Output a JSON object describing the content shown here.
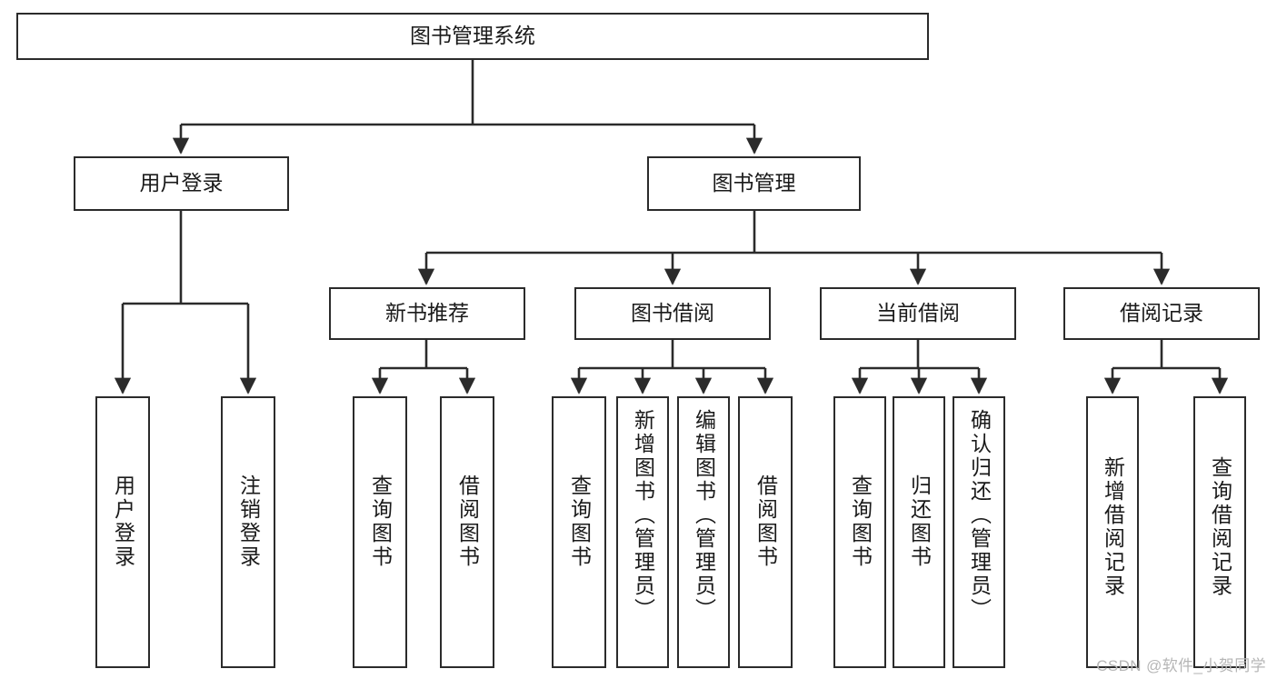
{
  "diagram": {
    "title": "图书管理系统",
    "type": "tree",
    "watermark": "CSDN @软件_小贺同学",
    "colors": {
      "box_border": "#2b2b2b",
      "box_fill": "#ffffff",
      "connector": "#2b2b2b",
      "text": "#1a1a1a",
      "watermark": "#b6b6b6"
    },
    "root": {
      "label": "图书管理系统"
    },
    "level2": [
      {
        "label": "用户登录"
      },
      {
        "label": "图书管理"
      }
    ],
    "level3": [
      {
        "label": "新书推荐"
      },
      {
        "label": "图书借阅"
      },
      {
        "label": "当前借阅"
      },
      {
        "label": "借阅记录"
      }
    ],
    "leaves": {
      "user_login": [
        {
          "label": "用户登录"
        },
        {
          "label": "注销登录"
        }
      ],
      "new_book_recommend": [
        {
          "label": "查询图书"
        },
        {
          "label": "借阅图书"
        }
      ],
      "book_borrow": [
        {
          "label": "查询图书"
        },
        {
          "label": "新增图书（管理员）"
        },
        {
          "label": "编辑图书（管理员）"
        },
        {
          "label": "借阅图书"
        }
      ],
      "current_borrow": [
        {
          "label": "查询图书"
        },
        {
          "label": "归还图书"
        },
        {
          "label": "确认归还（管理员）"
        }
      ],
      "borrow_record": [
        {
          "label": "新增借阅记录"
        },
        {
          "label": "查询借阅记录"
        }
      ]
    }
  }
}
